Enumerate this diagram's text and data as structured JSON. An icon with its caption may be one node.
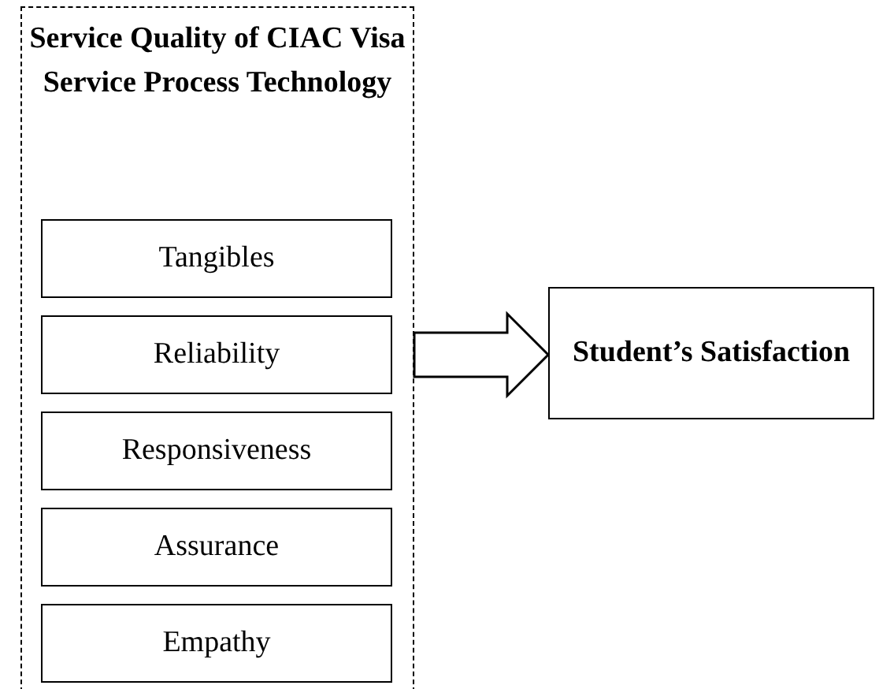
{
  "diagram": {
    "nodes": [
      {
        "text": [
          "Service Quality of CIAC Visa Service Process Technology"
        ]
      },
      {
        "text": [
          "Tangibles"
        ],
        "in": 0
      },
      {
        "text": [
          "Reliability"
        ],
        "in": 0
      },
      {
        "text": [
          "Responsiveness"
        ],
        "in": 0
      },
      {
        "text": [
          "Assurance"
        ],
        "in": 0
      },
      {
        "text": [
          "Empathy"
        ],
        "in": 0
      },
      {
        "text": [
          "Student’s Satisfaction"
        ]
      }
    ],
    "edges": [
      {
        "from": 0,
        "to": 6,
        "arrow": "to",
        "style": "thick"
      }
    ]
  }
}
